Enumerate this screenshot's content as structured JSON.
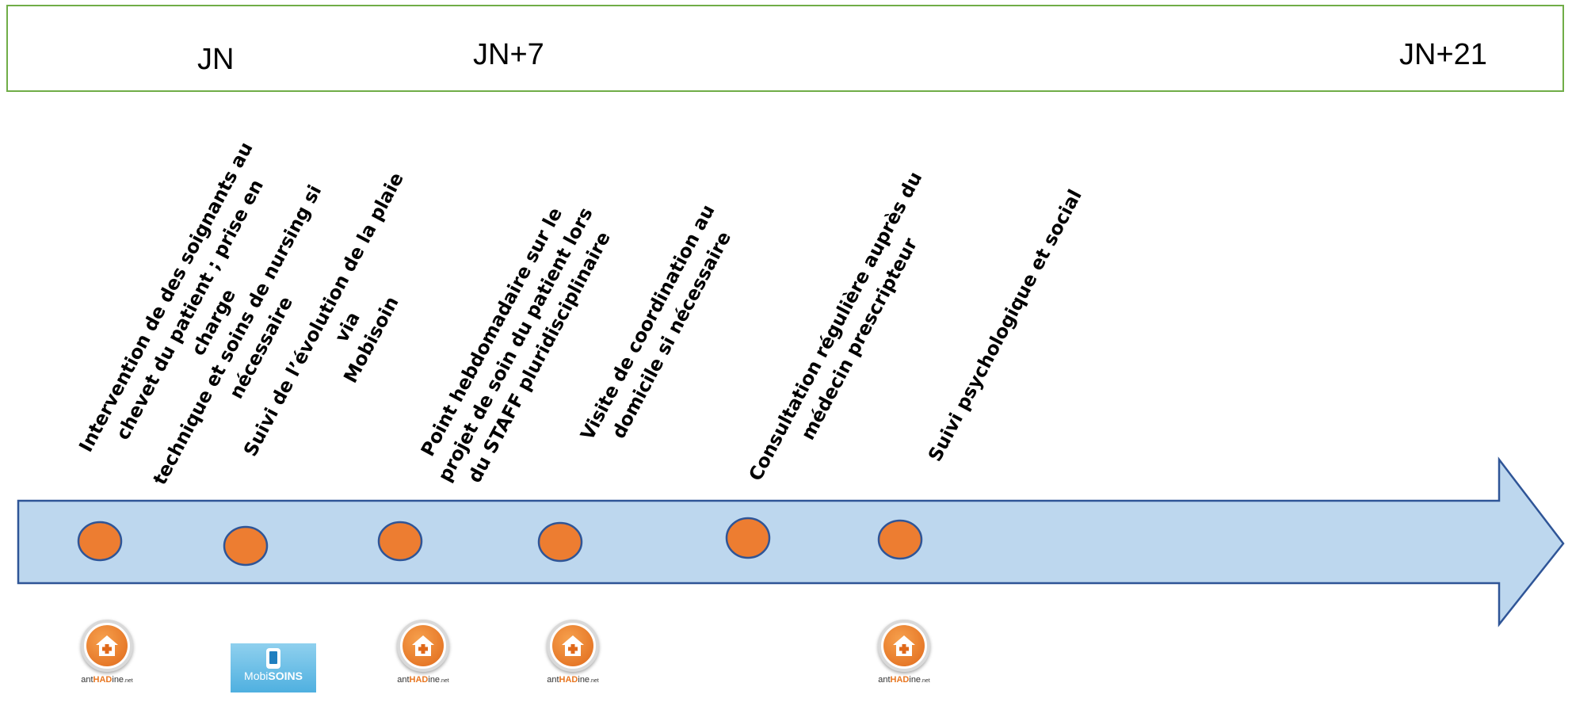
{
  "timeline": {
    "days": [
      "JN",
      "JN+7",
      "JN+21"
    ]
  },
  "steps": [
    "Intervention de des soignants au\nchevet du patient ; prise en charge\ntechnique et soins de nursing si\nnécessaire",
    "Suivi de l’évolution de la plaie via\nMobisoin",
    "Point hebdomadaire sur le\nprojet de soin du patient lors\ndu STAFF pluridisciplinaire",
    "Visite de coordination au\ndomicile si nécessaire",
    "Consultation régulière auprès du\nmédecin prescripteur",
    "Suivi psychologique et social"
  ],
  "logos": {
    "anthadine": {
      "prefix": "ant",
      "brand": "HAD",
      "suffix": "ine",
      "tld": ".net"
    },
    "mobisoins": {
      "prefix": "Mobi",
      "brand": "SOINS"
    }
  },
  "colors": {
    "header_border": "#70ad47",
    "arrow_fill": "#bdd7ee",
    "arrow_stroke": "#2f5597",
    "marker_fill": "#ed7d31",
    "marker_stroke": "#2f5597"
  }
}
